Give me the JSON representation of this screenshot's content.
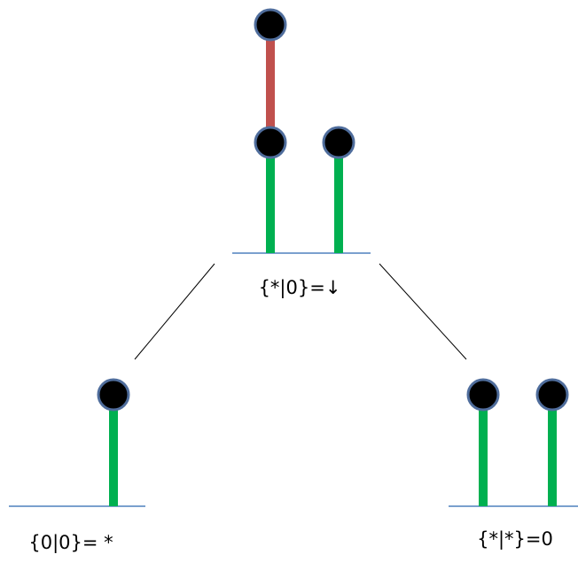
{
  "diagram": {
    "colors": {
      "red_edge": "#c0504d",
      "green_edge": "#00b050",
      "ground": "#4f81bd",
      "node_fill": "#000000",
      "node_stroke": "#4f6d9c",
      "connector": "#000000"
    },
    "positions": [
      {
        "id": "top",
        "label": "{*|0}=↓",
        "stalks": [
          {
            "color": "green",
            "segments": [
              "green",
              "red"
            ]
          },
          {
            "color": "green",
            "segments": [
              "green"
            ]
          }
        ]
      },
      {
        "id": "left",
        "label": "{0|0}= *",
        "stalks": [
          {
            "color": "green",
            "segments": [
              "green"
            ]
          }
        ]
      },
      {
        "id": "right",
        "label": "{*|*}=0",
        "stalks": [
          {
            "color": "green",
            "segments": [
              "green"
            ]
          },
          {
            "color": "green",
            "segments": [
              "green"
            ]
          }
        ]
      }
    ],
    "moves": [
      {
        "from": "top",
        "to": "left"
      },
      {
        "from": "top",
        "to": "right"
      }
    ]
  }
}
